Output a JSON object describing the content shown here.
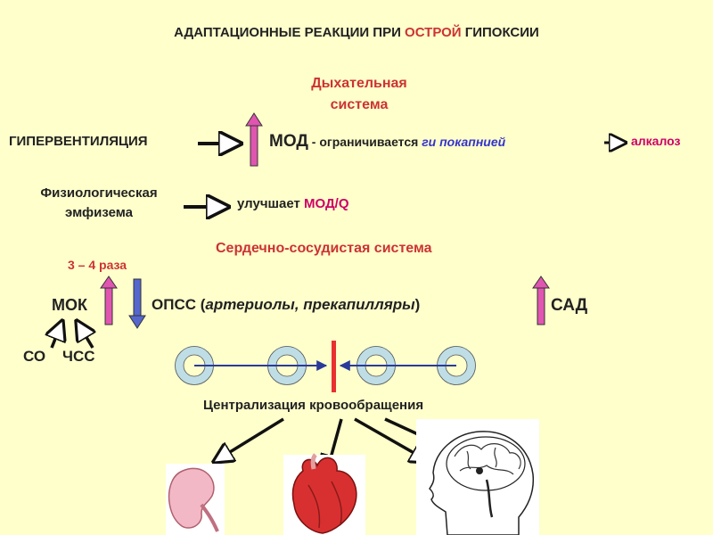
{
  "title": {
    "part1": "АДАПТАЦИОННЫЕ РЕАКЦИИ ПРИ ",
    "highlight": "ОСТРОЙ",
    "part2": " ГИПОКСИИ"
  },
  "respiratory": {
    "heading_line1": "Дыхательная",
    "heading_line2": "система",
    "hyperventilation": "ГИПЕРВЕНТИЛЯЦИЯ",
    "mod": "МОД",
    "limited": " - ограничивается ",
    "hypocapnia": "ги покапнией",
    "alkalosis": "алкалоз",
    "emphysema_line1": "Физиологическая",
    "emphysema_line2": "эмфизема",
    "improves": "улучшает ",
    "mod_q": "МОД/Q"
  },
  "cardio": {
    "heading": "Сердечно-сосудистая система",
    "times": "3 – 4 раза",
    "mok": "МОК",
    "opss": "ОПСС (",
    "vessels": "артериолы, прекапилляры",
    "close_paren": ")",
    "sad": "САД",
    "co": "СО",
    "hr": "ЧСС",
    "centralization": "Централизация кровообращения"
  },
  "colors": {
    "background": "#FFFFCC",
    "accent_red": "#CC3333",
    "magenta": "#CC0066",
    "blue_italic": "#3333CC",
    "up_arrow": "#E055B0",
    "down_arrow": "#5566CC",
    "ring": "#BFDDE5",
    "bar": "#E83030",
    "flow_line": "#2A3A9A"
  },
  "icons": [
    "kidney-icon",
    "heart-icon",
    "brain-icon"
  ]
}
